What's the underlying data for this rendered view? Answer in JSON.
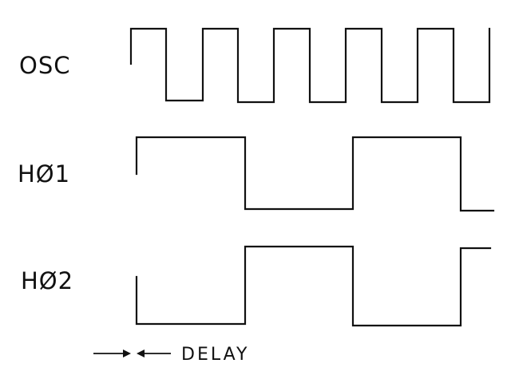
{
  "signals": [
    {
      "id": "osc",
      "label": "OSC"
    },
    {
      "id": "hphi1",
      "label": "HØ1"
    },
    {
      "id": "hphi2",
      "label": "HØ2"
    }
  ],
  "annotation": {
    "delay_label": "DELAY"
  }
}
